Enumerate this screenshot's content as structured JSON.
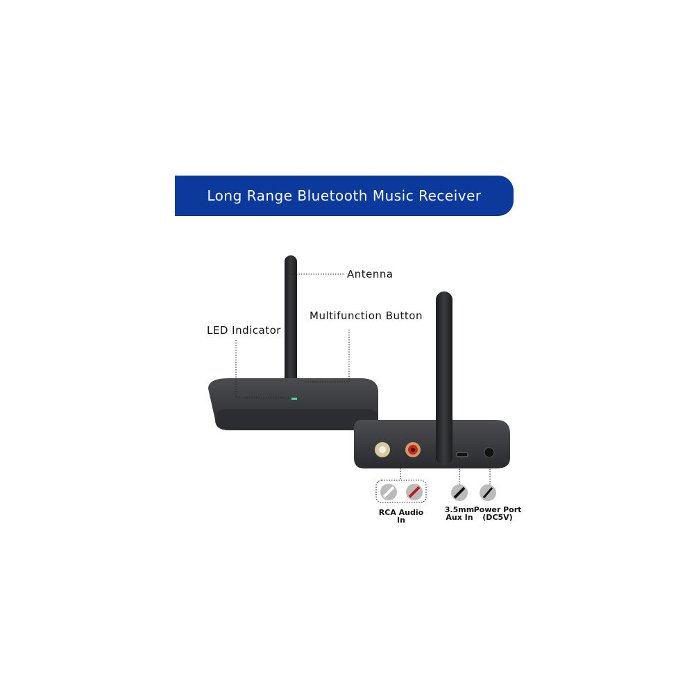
{
  "banner": {
    "title": "Long Range Bluetooth Music Receiver",
    "color": "#0b3a9c"
  },
  "callouts": {
    "antenna": "Antenna",
    "multifunction_button": "Multifunction Button",
    "led_indicator": "LED Indicator"
  },
  "ports": {
    "rca": "RCA Audio In",
    "aux_line1": "3.5mm",
    "aux_line2": "Aux In",
    "power_line1": "Power Port",
    "power_line2": "(DC5V)"
  }
}
